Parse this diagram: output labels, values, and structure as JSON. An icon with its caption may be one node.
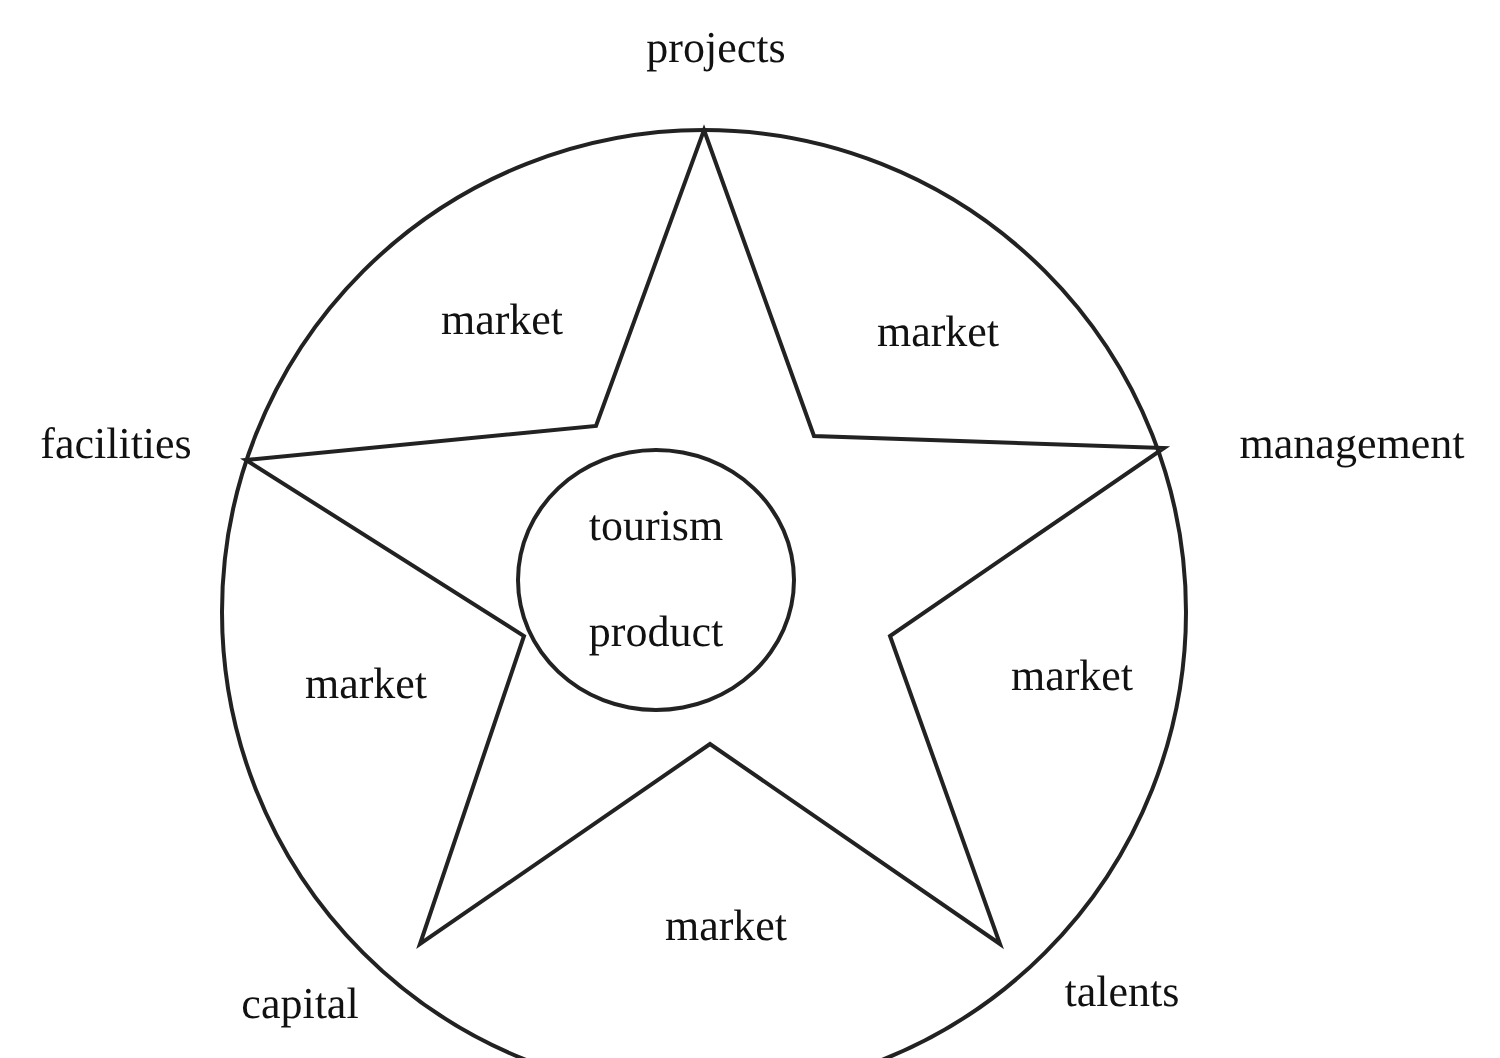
{
  "diagram": {
    "nodes": [
      {
        "text": [
          "tourism product"
        ]
      }
    ],
    "edges": [],
    "labels": [
      "projects",
      "market",
      "market",
      "facilities",
      "management",
      "market",
      "market",
      "capital",
      "market",
      "talents"
    ]
  }
}
